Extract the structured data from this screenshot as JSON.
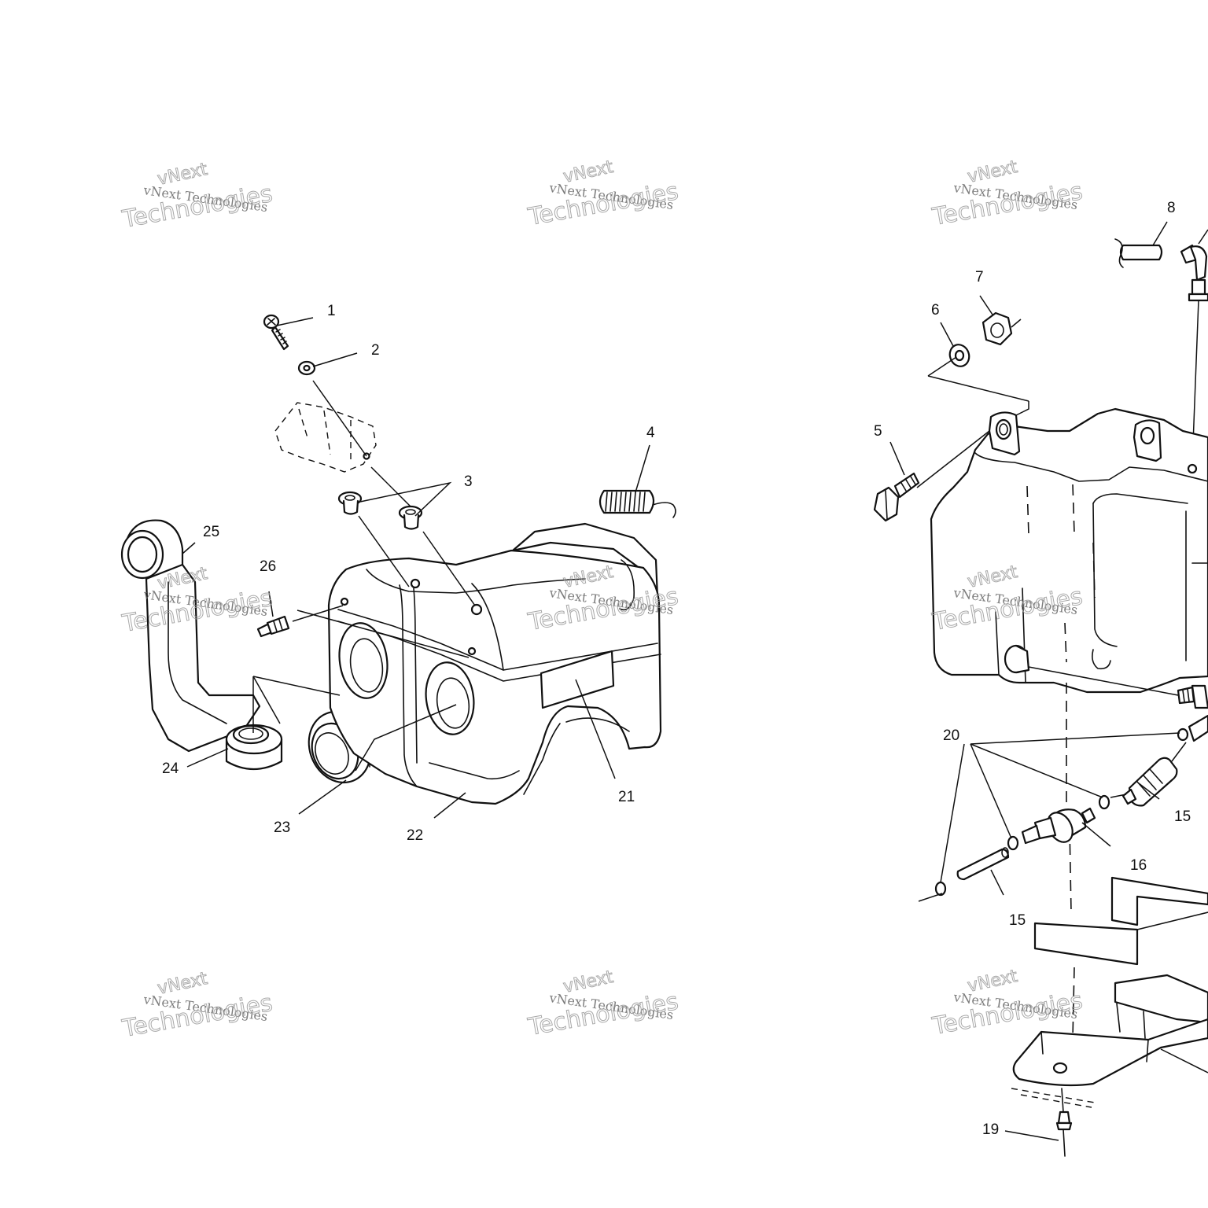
{
  "watermark": {
    "line1": "vNext Technologies",
    "line2": "Technologies",
    "line3": "vNext"
  },
  "callouts": {
    "c1": "1",
    "c2": "2",
    "c3": "3",
    "c4": "4",
    "c5": "5",
    "c6": "6",
    "c7": "7",
    "c8": "8",
    "c15a": "15",
    "c15b": "15",
    "c16": "16",
    "c19": "19",
    "c20": "20",
    "c21": "21",
    "c22": "22",
    "c23": "23",
    "c24": "24",
    "c25": "25",
    "c26": "26"
  }
}
